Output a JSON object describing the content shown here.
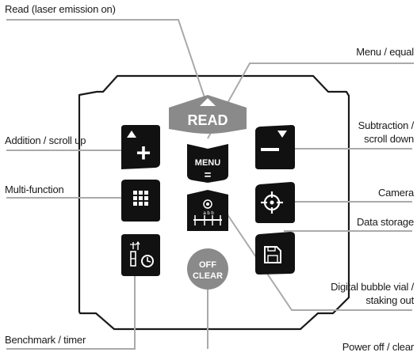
{
  "keypad": {
    "read_label": "READ",
    "menu_label": "MENU",
    "menu_symbol": "=",
    "plus_symbol": "+",
    "minus_symbol": "—",
    "off_label": "OFF",
    "clear_label": "CLEAR",
    "vial_label": "a b b"
  },
  "callouts": {
    "read": "Read (laser emission on)",
    "menu": "Menu / equal",
    "addition": "Addition / scroll up",
    "subtraction": [
      "Subtraction /",
      "scroll down"
    ],
    "multi": "Multi-function",
    "camera": "Camera",
    "storage": "Data storage",
    "bubble": [
      "Digital bubble vial /",
      "staking out"
    ],
    "benchmark": "Benchmark / timer",
    "power": "Power off / clear"
  },
  "colors": {
    "key": "#111111",
    "grey_key": "#8a8a8a",
    "leader": "#aaaaaa",
    "outline": "#1a1a1a"
  }
}
